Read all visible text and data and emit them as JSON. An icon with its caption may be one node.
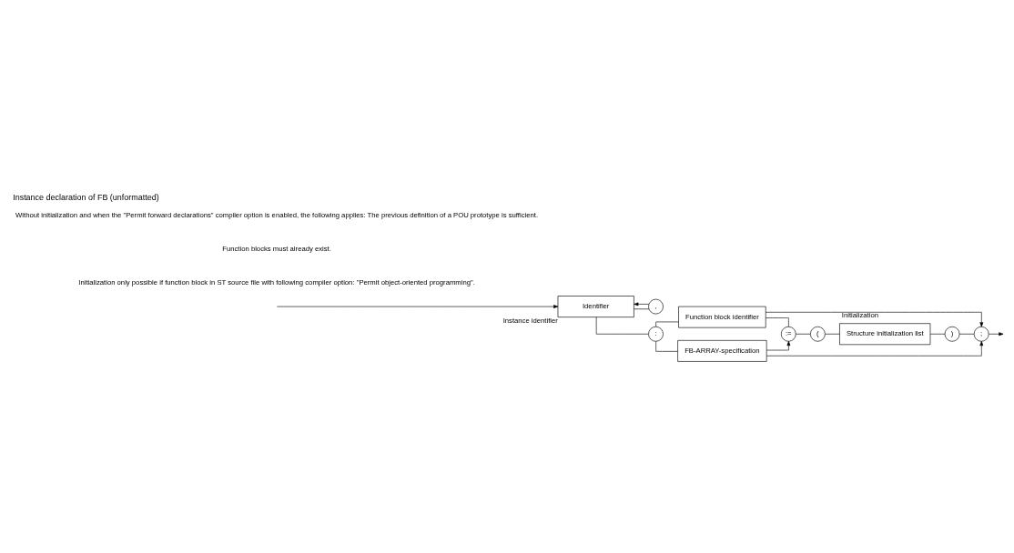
{
  "diagram": {
    "title": "Instance declaration of FB (unformatted)",
    "nodes": [
      {
        "text": [
          "Identifier"
        ],
        "beside": [
          "Instance identifier"
        ]
      },
      {
        "text": [
          ","
        ]
      },
      {
        "text": [
          ":"
        ]
      },
      {
        "text": [
          "Function block identifier"
        ]
      },
      {
        "text": [
          "FB-ARRAY-specification"
        ]
      },
      {
        "text": [
          ":="
        ]
      },
      {
        "text": [
          "("
        ]
      },
      {
        "text": [
          "Structure initialization list"
        ]
      },
      {
        "text": [
          ")"
        ]
      },
      {
        "text": [
          ";"
        ]
      }
    ],
    "edges": [
      {
        "from": null,
        "to": 0,
        "arrow": "to"
      },
      {
        "from": 0,
        "to": 1,
        "arrow": "none"
      },
      {
        "from": 1,
        "to": 0,
        "arrow": "to"
      },
      {
        "from": 0,
        "to": 2,
        "arrow": "none"
      },
      {
        "from": 2,
        "to": 3,
        "arrow": "none"
      },
      {
        "from": 2,
        "to": 4,
        "arrow": "none"
      },
      {
        "from": 3,
        "to": 5,
        "arrow": "none"
      },
      {
        "from": 4,
        "to": 5,
        "arrow": "to"
      },
      {
        "from": 5,
        "to": 6,
        "arrow": "none"
      },
      {
        "from": 6,
        "to": 7,
        "arrow": "none"
      },
      {
        "from": 7,
        "to": 8,
        "arrow": "none"
      },
      {
        "from": 8,
        "to": 9,
        "arrow": "none"
      },
      {
        "from": 3,
        "to": 9,
        "arrow": "to",
        "label": "Initialization"
      },
      {
        "from": 4,
        "to": 9,
        "arrow": "to"
      },
      {
        "from": 9,
        "to": null,
        "arrow": "to"
      }
    ],
    "labels": [
      "Initialization only possible if function block in ST source file with following compiler option: \"Permit object-oriented programming\".",
      "Function blocks must already exist.",
      "Without initialization and when the \"Permit forward declarations\" compiler option is enabled, the following applies: The previous definition of a POU prototype is sufficient."
    ]
  }
}
